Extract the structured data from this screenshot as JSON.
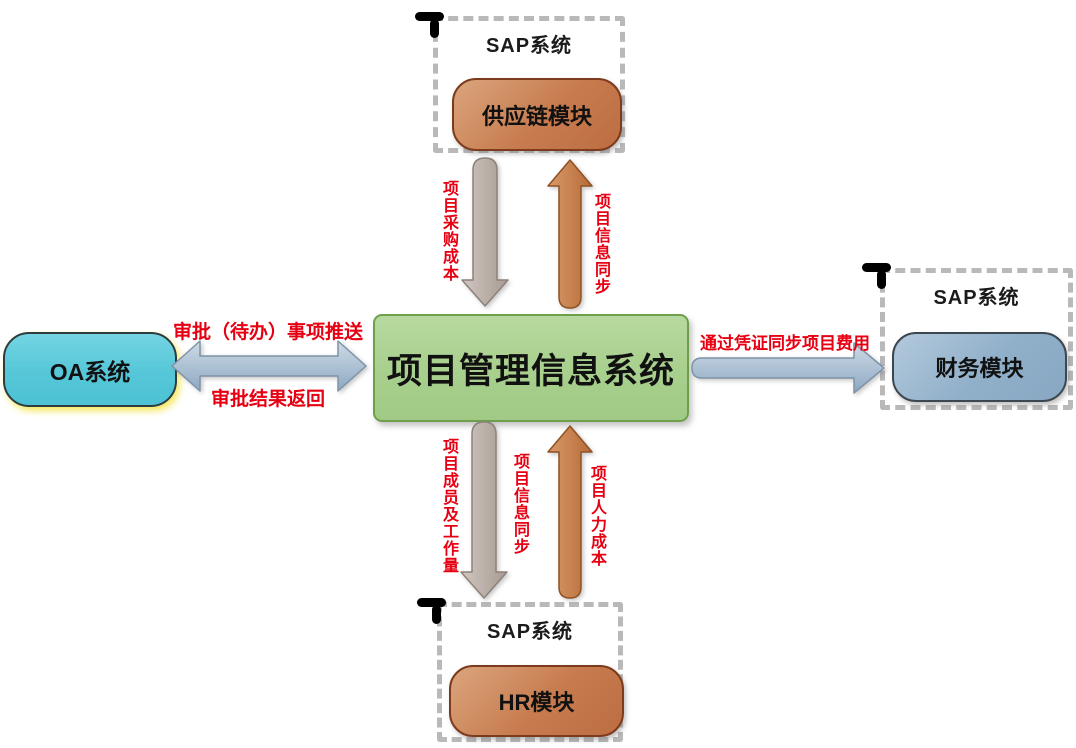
{
  "center_system": {
    "label": "项目管理信息系统"
  },
  "oa_system": {
    "label": "OA系统"
  },
  "top_system": {
    "title": "SAP系统",
    "module": "供应链模块"
  },
  "right_system": {
    "title": "SAP系统",
    "module": "财务模块"
  },
  "bottom_system": {
    "title": "SAP系统",
    "module": "HR模块"
  },
  "flows": {
    "procurement_cost": "项目采购成本",
    "info_sync_top": "项目信息同步",
    "approval_push": "审批（待办）事项推送",
    "approval_return": "审批结果返回",
    "voucher_sync": "通过凭证同步项目费用",
    "members_workload": "项目成员及工作量",
    "info_sync_bottom": "项目信息同步",
    "labor_cost": "项目人力成本"
  },
  "colors": {
    "label_red": "#e60012",
    "center_green": "#a9d08e",
    "oa_cyan": "#55c7d8",
    "module_brown": "#c77b4e",
    "finance_blue": "#90afc9",
    "arrow_gray": "#b5aaa2",
    "arrow_orange": "#c9834f",
    "arrow_blue": "#a6bdd4",
    "dashed_border": "#b9b9b9"
  }
}
